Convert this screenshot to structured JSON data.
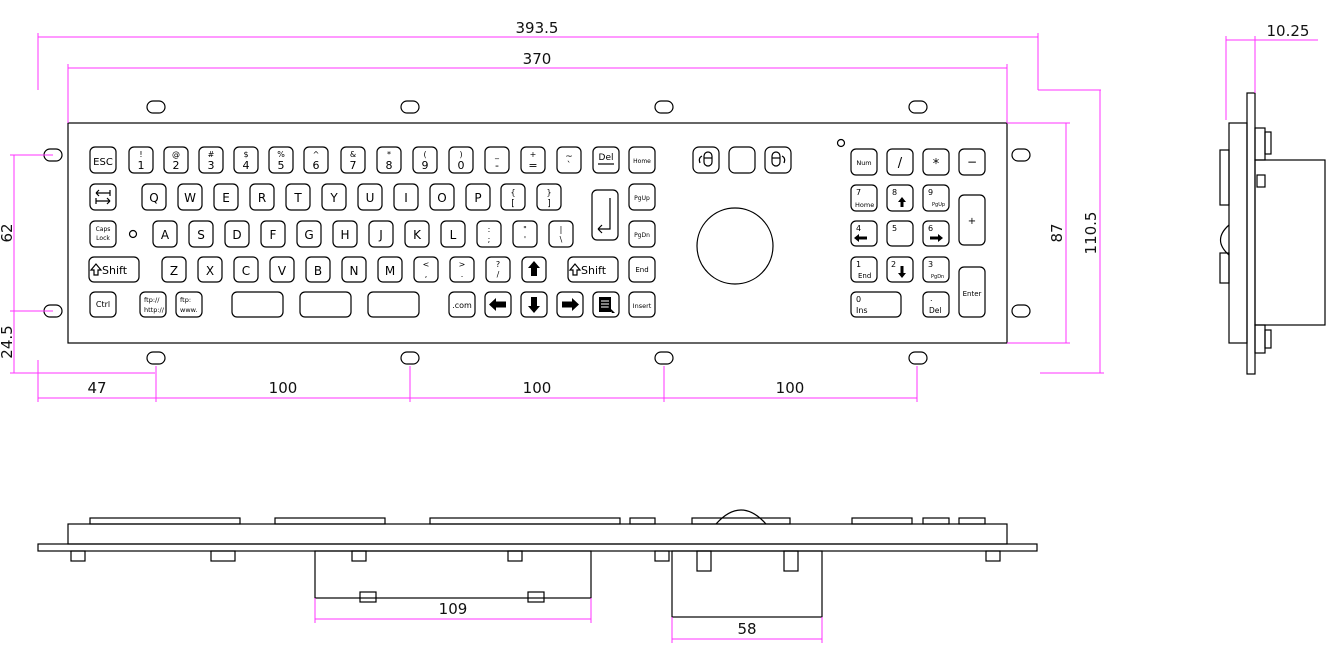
{
  "dimensions": {
    "overall_width": "393.5",
    "plate_width": "370",
    "edge_to_hole": "47",
    "hole_spacing": [
      "100",
      "100",
      "100"
    ],
    "hole_vertical": "62",
    "hole_bottom": "24.5",
    "plate_height": "87",
    "overall_height": "110.5",
    "side_thickness": "10.25",
    "box_width_left": "109",
    "box_width_right": "58"
  },
  "keys": {
    "row1": [
      {
        "top": "",
        "main": "ESC"
      },
      {
        "top": "!",
        "main": "1"
      },
      {
        "top": "@",
        "main": "2"
      },
      {
        "top": "#",
        "main": "3"
      },
      {
        "top": "$",
        "main": "4"
      },
      {
        "top": "%",
        "main": "5"
      },
      {
        "top": "^",
        "main": "6"
      },
      {
        "top": "&",
        "main": "7"
      },
      {
        "top": "*",
        "main": "8"
      },
      {
        "top": "(",
        "main": "9"
      },
      {
        "top": ")",
        "main": "0"
      },
      {
        "top": "_",
        "main": "-"
      },
      {
        "top": "+",
        "main": "="
      },
      {
        "top": "~",
        "main": "`"
      },
      {
        "top": "",
        "main": "Del"
      },
      {
        "top": "",
        "main": "Home"
      }
    ],
    "row2": [
      "Q",
      "W",
      "E",
      "R",
      "T",
      "Y",
      "U",
      "I",
      "O",
      "P"
    ],
    "row2_brackets": [
      {
        "top": "{",
        "main": "["
      },
      {
        "top": "}",
        "main": "]"
      }
    ],
    "row2_right": "PgUp",
    "row3": [
      "A",
      "S",
      "D",
      "F",
      "G",
      "H",
      "J",
      "K",
      "L"
    ],
    "row3_punct": [
      {
        "top": ":",
        "main": ";"
      },
      {
        "top": "\"",
        "main": "'"
      },
      {
        "top": "|",
        "main": "\\"
      }
    ],
    "caps_top": "Caps",
    "caps_bottom": "Lock",
    "row3_right": "PgDn",
    "shift": "Shift",
    "row4": [
      "Z",
      "X",
      "C",
      "V",
      "B",
      "N",
      "M"
    ],
    "row4_punct": [
      {
        "top": "<",
        "main": ","
      },
      {
        "top": ">",
        "main": "."
      },
      {
        "top": "?",
        "main": "/"
      }
    ],
    "row4_right": "End",
    "ctrl": "Ctrl",
    "ftp1_top": "ftp://",
    "ftp1_bottom": "http://",
    "ftp2_top": "ftp:",
    "ftp2_bottom": "www.",
    "dotcom": ".com",
    "insert": "Insert",
    "numpad": {
      "num": "Num",
      "slash": "/",
      "star": "*",
      "minus": "−",
      "n7": "7",
      "home": "Home",
      "n8": "8",
      "n9": "9",
      "pgup": "PgUp",
      "plus": "+",
      "n4": "4",
      "n5": "5",
      "n6": "6",
      "n1": "1",
      "end": "End",
      "n2": "2",
      "n3": "3",
      "pgdn": "PgDn",
      "enter": "Enter",
      "n0": "0",
      "ins": "Ins",
      "dot": ".",
      "del": "Del"
    }
  },
  "icons": {
    "tab": "tab-arrows-icon",
    "enter": "enter-arrow-icon",
    "left_mouse": "left-mouse-button-icon",
    "right_mouse": "right-mouse-button-icon",
    "trackball": "trackball-icon",
    "menu": "menu-key-icon"
  }
}
